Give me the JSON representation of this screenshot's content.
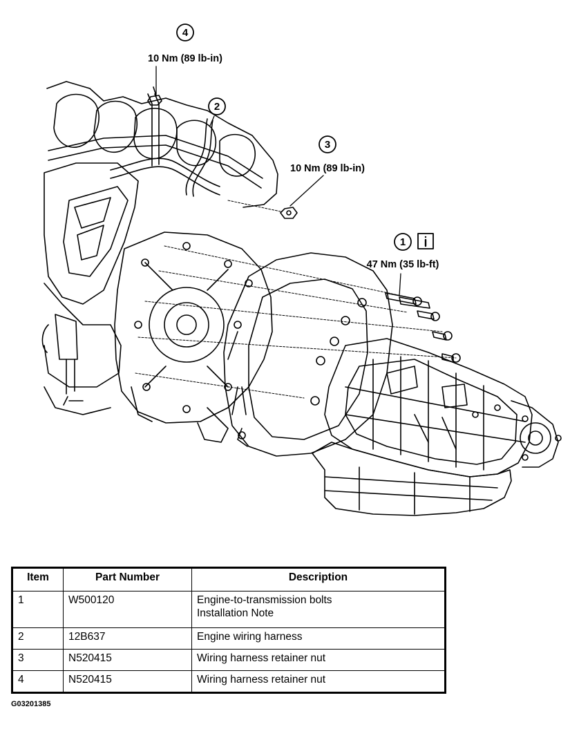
{
  "callouts": [
    {
      "number": "4",
      "torque": "10 Nm (89 lb-in)"
    },
    {
      "number": "2",
      "torque": ""
    },
    {
      "number": "3",
      "torque": "10 Nm (89 lb-in)"
    },
    {
      "number": "1",
      "torque": "47 Nm (35 lb-ft)",
      "info_icon": "info-icon"
    }
  ],
  "table": {
    "headers": [
      "Item",
      "Part Number",
      "Description"
    ],
    "rows": [
      {
        "item": "1",
        "part_number": "W500120",
        "description": [
          "Engine-to-transmission bolts",
          "Installation Note"
        ]
      },
      {
        "item": "2",
        "part_number": "12B637",
        "description": [
          "Engine wiring harness"
        ]
      },
      {
        "item": "3",
        "part_number": "N520415",
        "description": [
          "Wiring harness retainer nut"
        ]
      },
      {
        "item": "4",
        "part_number": "N520415",
        "description": [
          "Wiring harness retainer nut"
        ]
      }
    ]
  },
  "figure_id": "G03201385"
}
